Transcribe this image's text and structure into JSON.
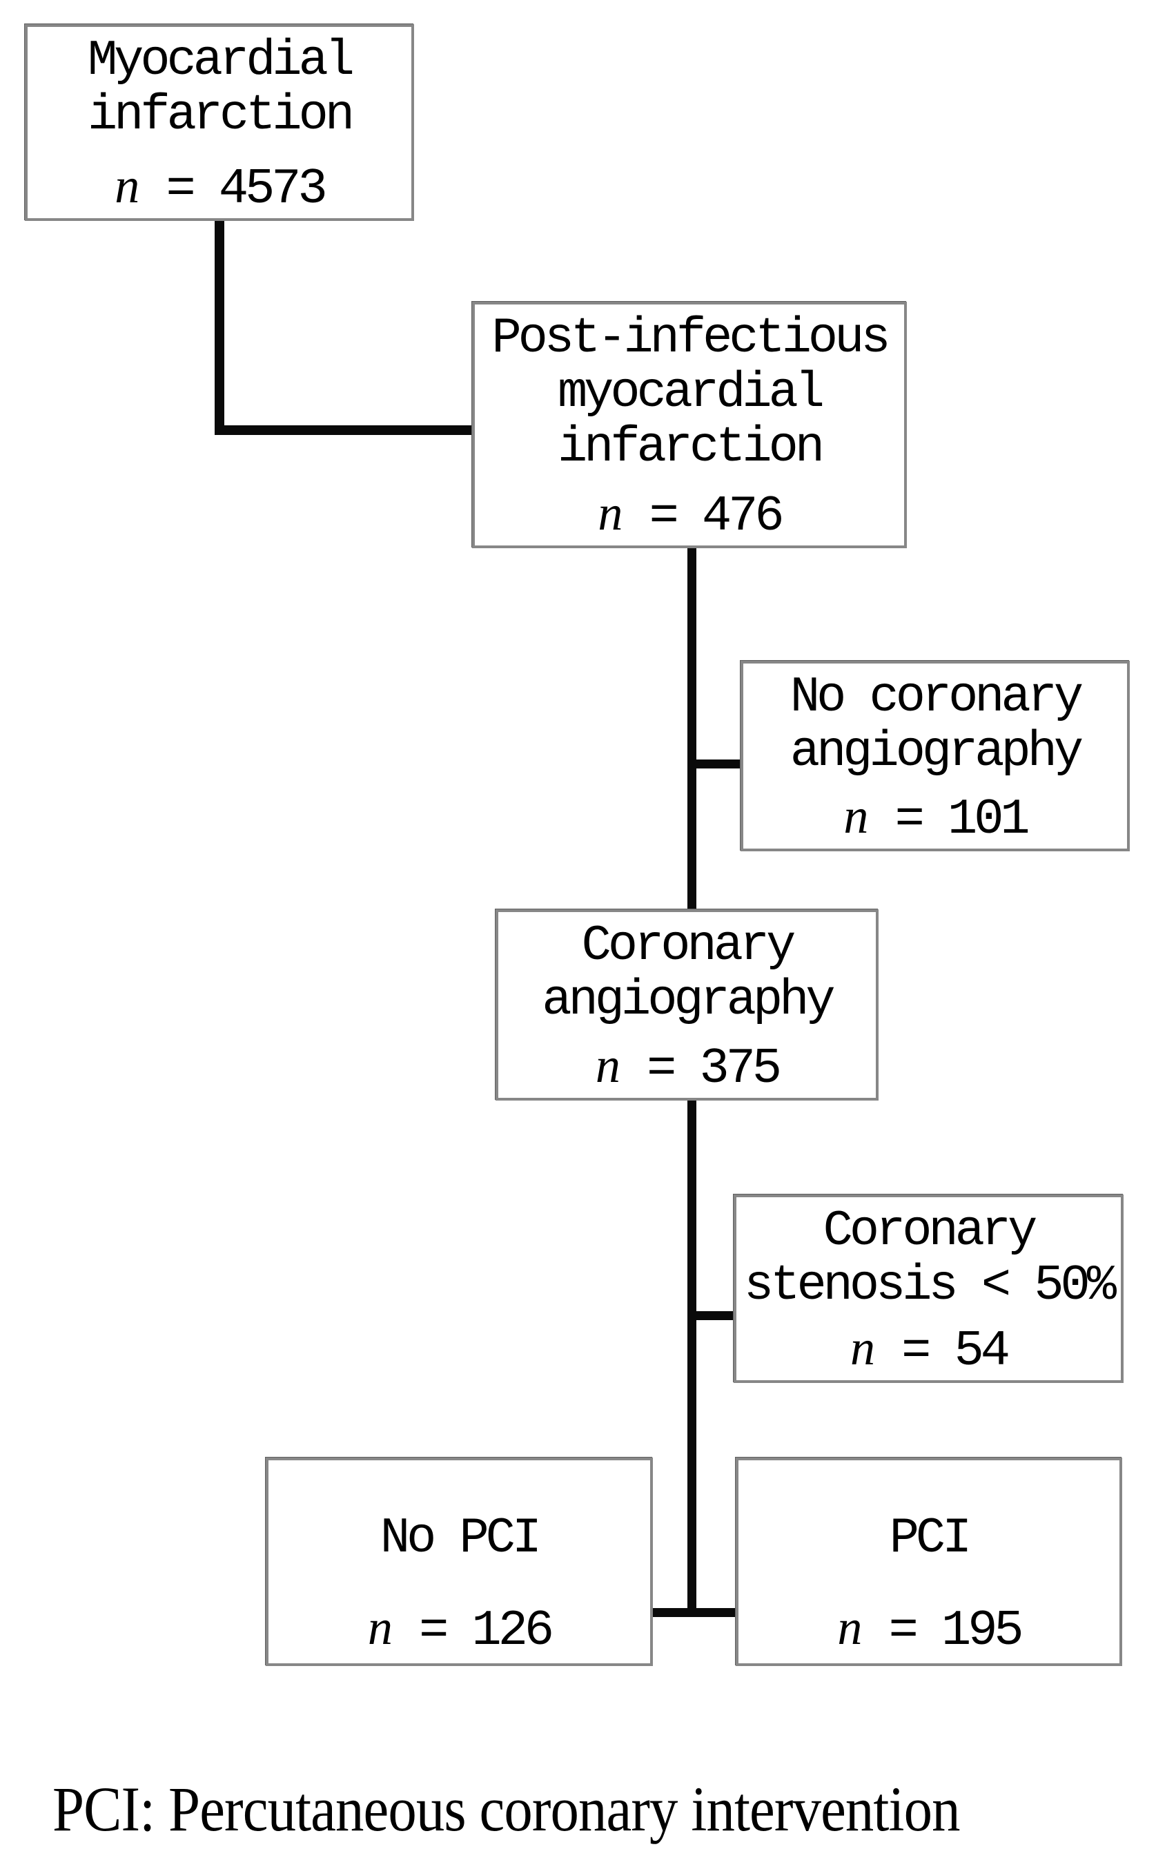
{
  "figure": {
    "boxes": {
      "mi": {
        "lines": [
          "Myocardial",
          "infarction"
        ],
        "n_var": "n",
        "n_rest": " = 4573"
      },
      "post_mi": {
        "lines": [
          "Post-infectious",
          "myocardial",
          "infarction"
        ],
        "n_var": "n",
        "n_rest": " = 476"
      },
      "no_angio": {
        "lines": [
          "No coronary",
          "angiography"
        ],
        "n_var": "n",
        "n_rest": " = 101"
      },
      "angio": {
        "lines": [
          "Coronary",
          "angiography"
        ],
        "n_var": "n",
        "n_rest": " = 375"
      },
      "stenosis": {
        "lines": [
          "Coronary",
          "stenosis < 50%"
        ],
        "n_var": "n",
        "n_rest": " = 54"
      },
      "no_pci": {
        "lines": [
          "No PCI"
        ],
        "n_var": "n",
        "n_rest": " = 126"
      },
      "pci": {
        "lines": [
          "PCI"
        ],
        "n_var": "n",
        "n_rest": " = 195"
      }
    },
    "edges": [
      {
        "from": "mi",
        "to": "post_mi"
      },
      {
        "from": "post_mi",
        "to": "no_angio"
      },
      {
        "from": "post_mi",
        "to": "angio"
      },
      {
        "from": "angio",
        "to": "stenosis"
      },
      {
        "from": "angio",
        "to": "no_pci"
      },
      {
        "from": "angio",
        "to": "pci"
      }
    ],
    "footnote": "PCI: Percutaneous coronary intervention",
    "colors": {
      "connector_line": "#0a0a0a",
      "box_border": "#878787",
      "text": "#000000",
      "background": "#ffffff"
    }
  }
}
